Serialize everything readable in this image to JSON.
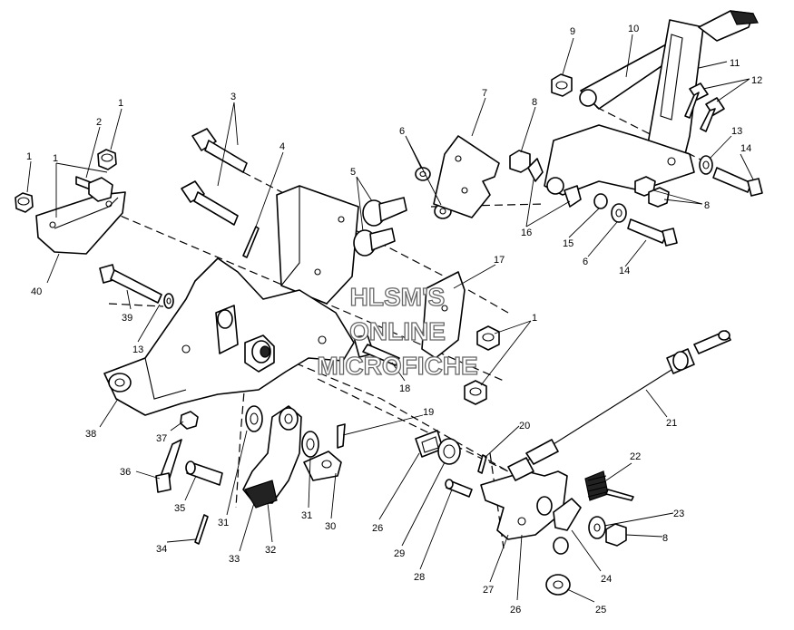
{
  "watermark": {
    "line1": "HLSM'S",
    "line2": "ONLINE",
    "line3": "MICROFICHE"
  },
  "callouts": [
    "1",
    "1",
    "2",
    "1",
    "40",
    "3",
    "4",
    "39",
    "13",
    "38",
    "37",
    "36",
    "35",
    "34",
    "33",
    "32",
    "31",
    "31",
    "30",
    "5",
    "6",
    "7",
    "17",
    "1",
    "18",
    "19",
    "20",
    "26",
    "29",
    "28",
    "27",
    "26",
    "25",
    "24",
    "23",
    "8",
    "22",
    "21",
    "9",
    "10",
    "11",
    "12",
    "8",
    "13",
    "14",
    "8",
    "16",
    "15",
    "6",
    "14"
  ]
}
